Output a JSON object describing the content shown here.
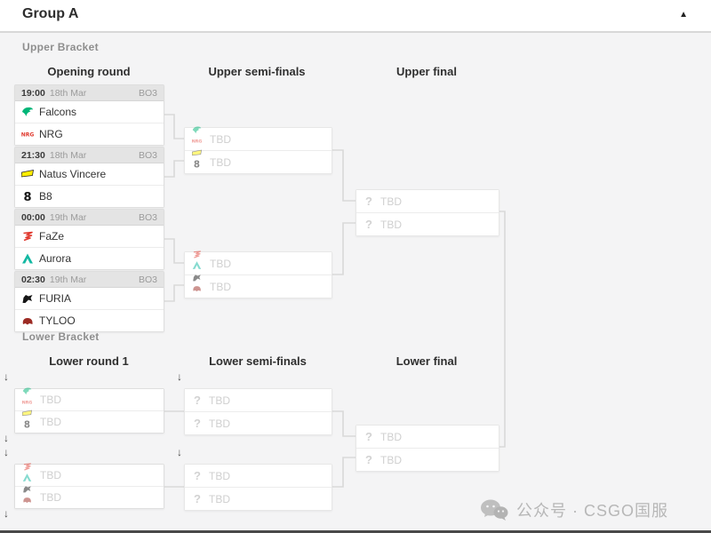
{
  "header": {
    "title": "Group A",
    "collapse_icon": "▲"
  },
  "glyphs": {
    "question": "?",
    "drop_arrow": "↓"
  },
  "tbd": "TBD",
  "upper": {
    "label": "Upper Bracket",
    "columns": [
      "Opening round",
      "Upper semi-finals",
      "Upper final"
    ],
    "matches": [
      {
        "time": "19:00",
        "date": "18th Mar",
        "format": "BO3",
        "team1": "Falcons",
        "team2": "NRG"
      },
      {
        "time": "21:30",
        "date": "18th Mar",
        "format": "BO3",
        "team1": "Natus Vincere",
        "team2": "B8"
      },
      {
        "time": "00:00",
        "date": "19th Mar",
        "format": "BO3",
        "team1": "FaZe",
        "team2": "Aurora"
      },
      {
        "time": "02:30",
        "date": "19th Mar",
        "format": "BO3",
        "team1": "FURIA",
        "team2": "TYLOO"
      }
    ]
  },
  "lower": {
    "label": "Lower Bracket",
    "columns": [
      "Lower round 1",
      "Lower semi-finals",
      "Lower final"
    ]
  },
  "team_colors": {
    "falcons": "#00b577",
    "nrg": "#e03a2f",
    "navi": "#ffee00",
    "b8": "#151515",
    "faze": "#e03a2f",
    "aurora": "#12b8a2",
    "furia": "#161616",
    "tyloo": "#9c2b24"
  },
  "watermark": {
    "text": "公众号 · CSGO国服"
  }
}
